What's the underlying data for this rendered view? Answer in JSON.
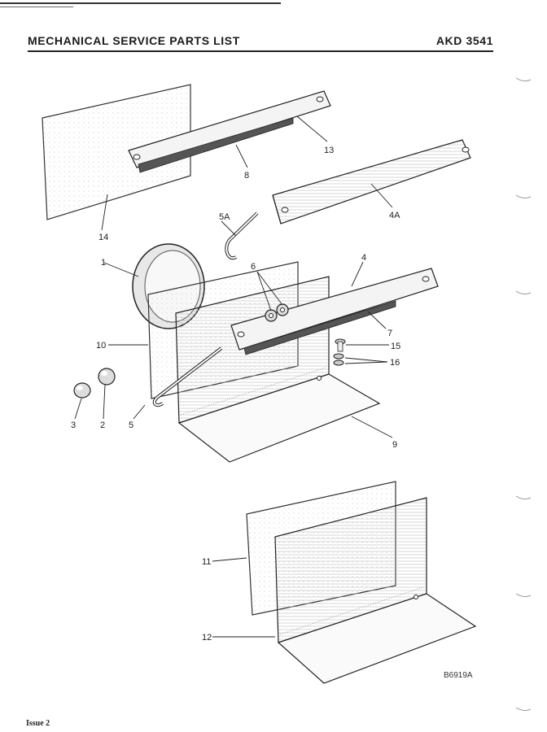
{
  "header": {
    "title": "MECHANICAL SERVICE PARTS LIST",
    "code": "AKD 3541"
  },
  "callouts": {
    "c1": "1",
    "c2": "2",
    "c3": "3",
    "c4": "4",
    "c4a": "4A",
    "c5": "5",
    "c5a": "5A",
    "c6": "6",
    "c7": "7",
    "c8": "8",
    "c9": "9",
    "c10": "10",
    "c11": "11",
    "c12": "12",
    "c13": "13",
    "c14": "14",
    "c15": "15",
    "c16": "16"
  },
  "figure_ref": "B6919A",
  "footer": {
    "issue": "Issue 2"
  }
}
